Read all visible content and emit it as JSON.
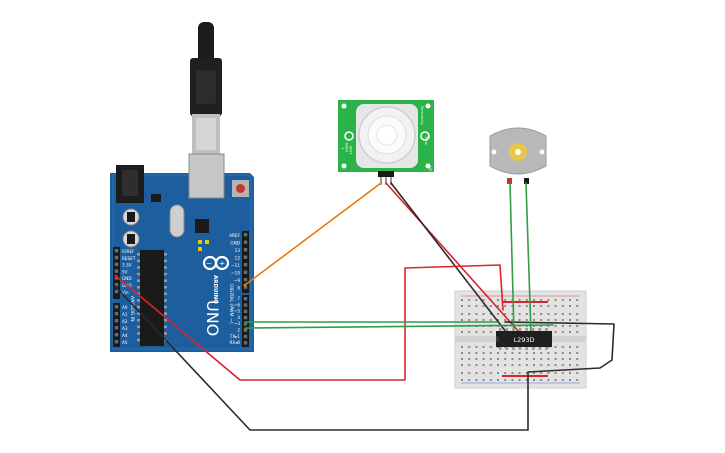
{
  "arduino": {
    "brand": "ARDUINO",
    "model": "UNO",
    "digital_label": "DIGITAL (PWM ~)",
    "analog_label": "ANALOG IN",
    "top_pins": [
      "AREF",
      "GND",
      "13",
      "12",
      "~11",
      "~10",
      "~9",
      "8"
    ],
    "bottom_pins": [
      "7",
      "~6",
      "~5",
      "4",
      "~3",
      "2",
      "TX▸1",
      "RX◂0"
    ],
    "power_pins": [
      "IOREF",
      "RESET",
      "3.3V",
      "5V",
      "GND",
      "GND",
      "Vin"
    ],
    "analog_pins": [
      "A0",
      "A1",
      "A2",
      "A3",
      "A4",
      "A5"
    ],
    "board_color": "#1d5f9e"
  },
  "pir_sensor": {
    "left_labels": [
      "+",
      "HIGH",
      "LOW"
    ],
    "right_labels": [
      "Sensitivity",
      "Time",
      "HC-SR501"
    ],
    "pcb_color": "#2bb34a"
  },
  "motor": {
    "hub_color": "#e8c646"
  },
  "driver_chip": {
    "label": "L293D"
  },
  "wire_colors": {
    "signal": "#e87b10",
    "power": "#d8242b",
    "ground": "#2b2b2b",
    "control": "#2f9e45"
  }
}
